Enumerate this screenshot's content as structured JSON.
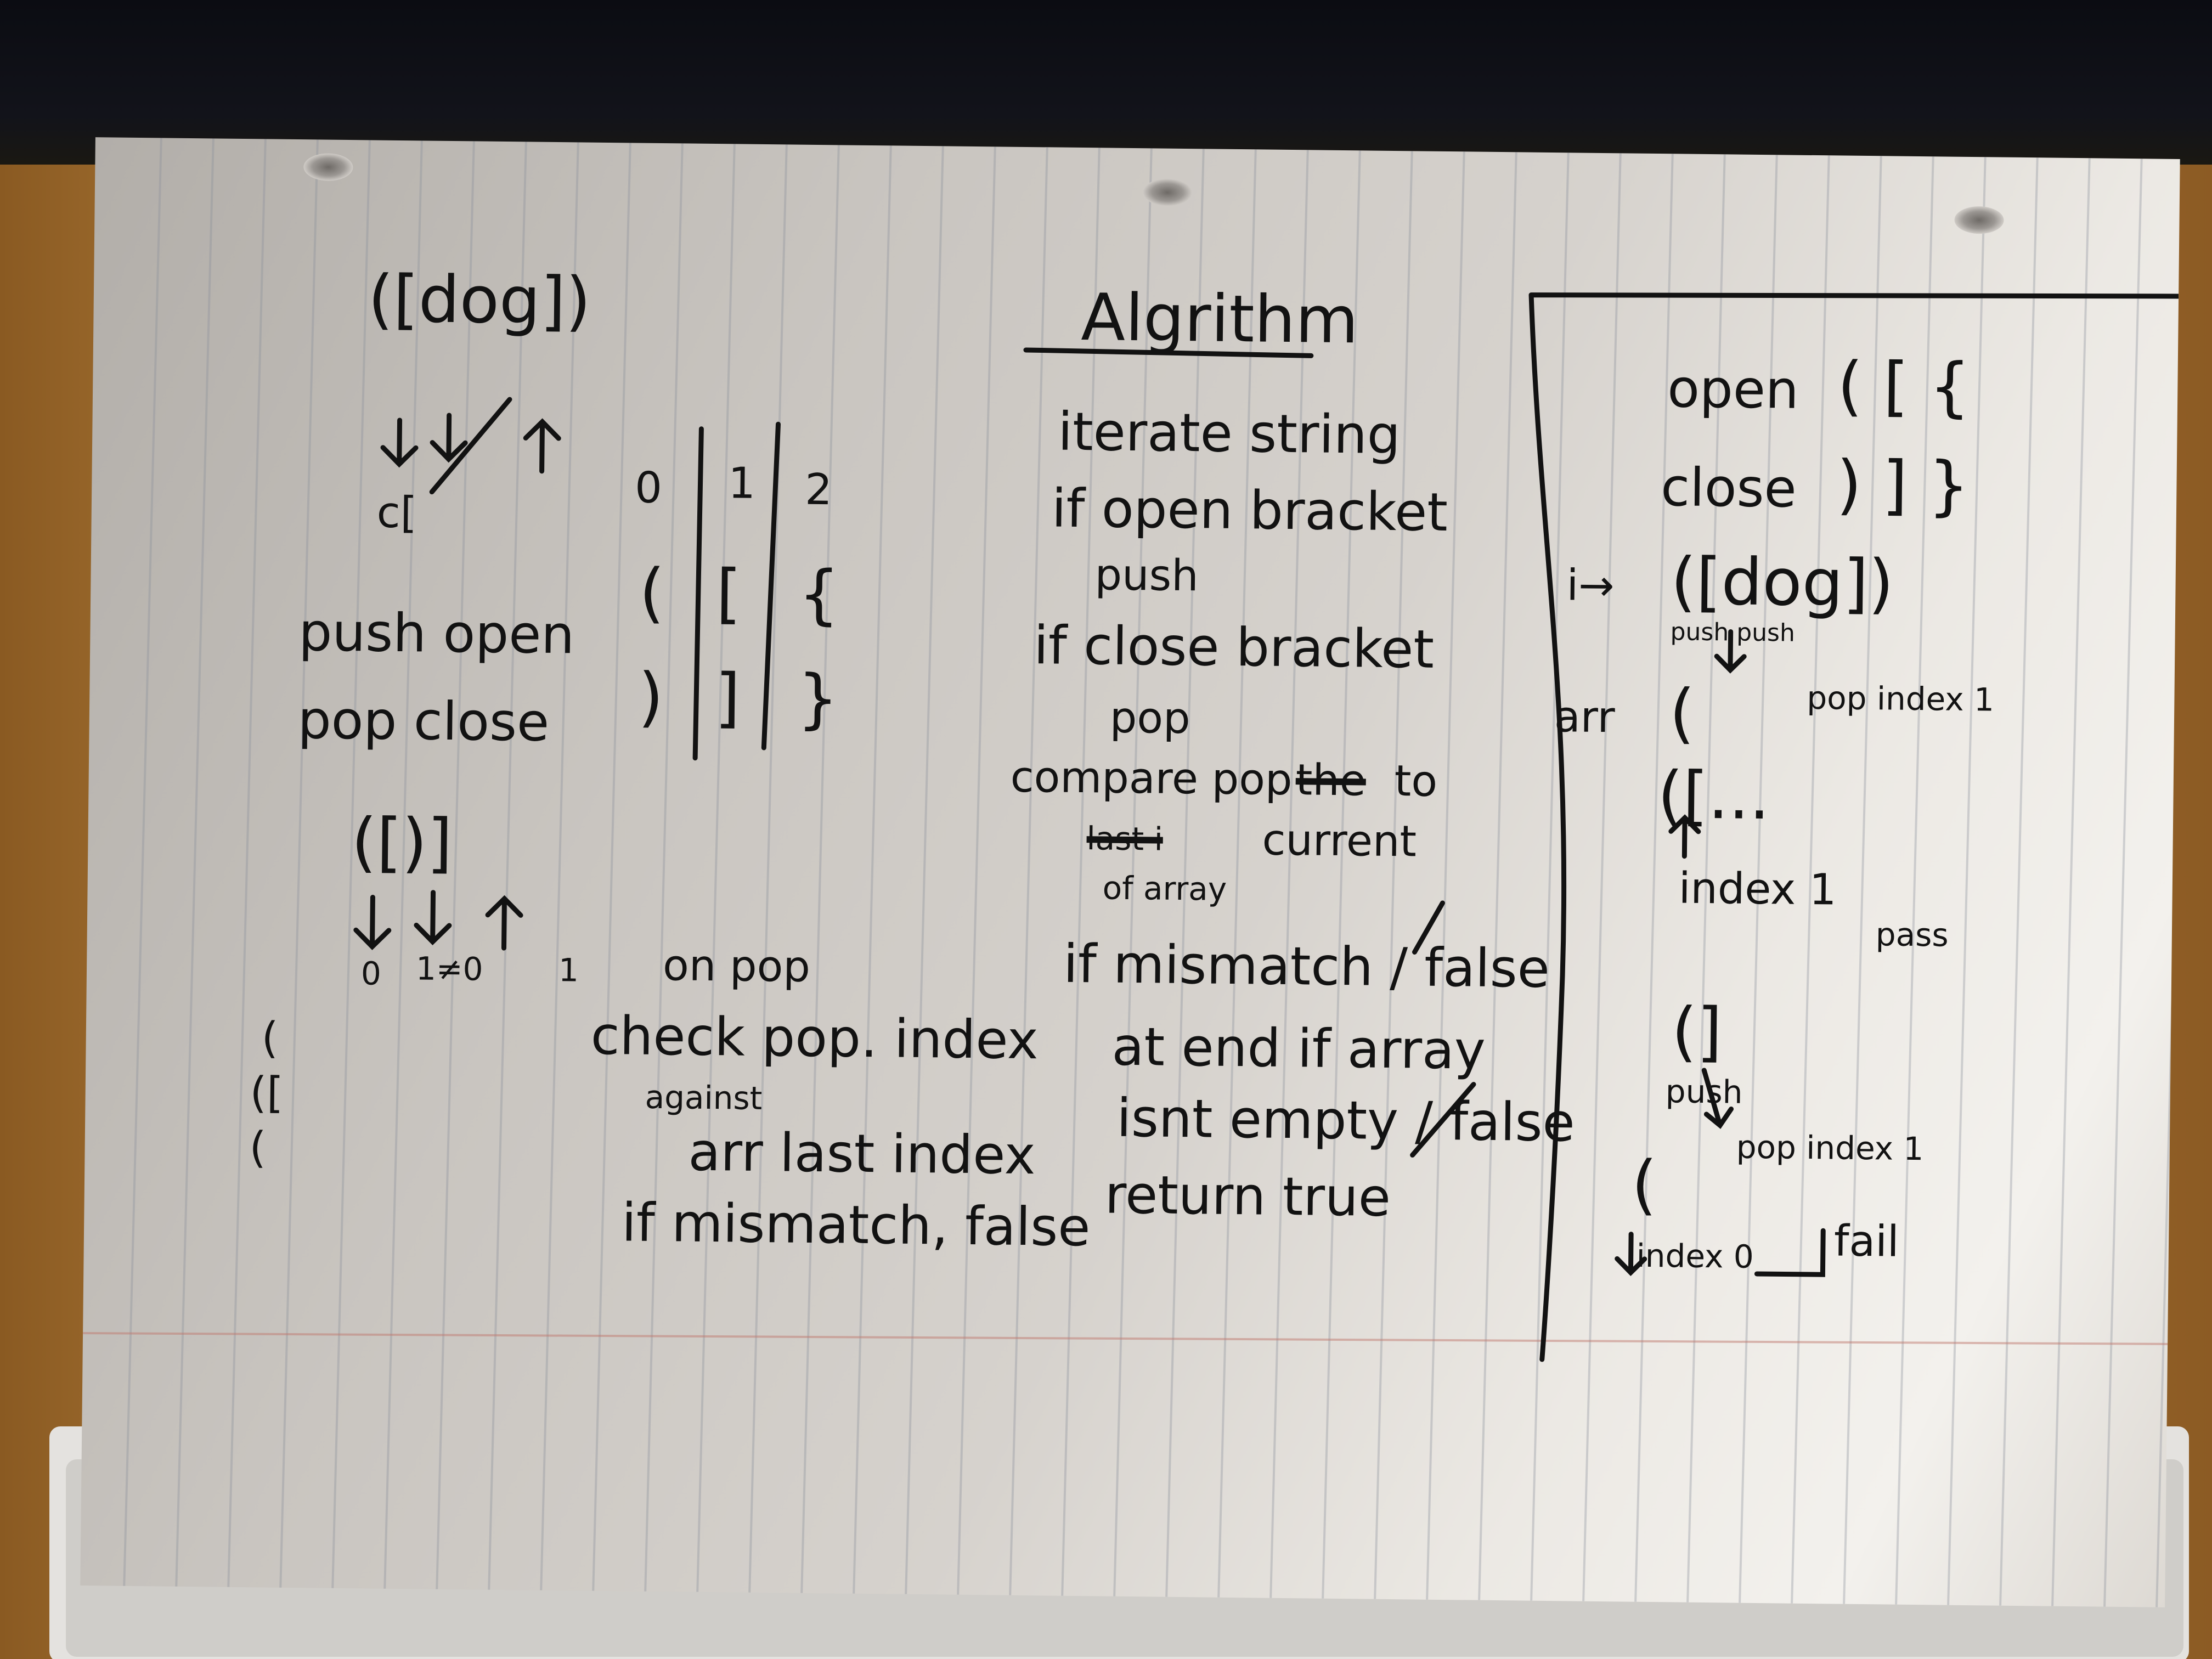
{
  "colors": {
    "ink": "#121212",
    "rule_line": "#8a8f9a",
    "margin_line": "#c07a70",
    "desk": "#b9853f",
    "paper": "#ece9e4"
  },
  "left": {
    "example_1": "([dog])",
    "stack_1": "c[",
    "columns": [
      "0",
      "1",
      "2"
    ],
    "row_open": [
      "(",
      "[",
      "{"
    ],
    "row_close": [
      ")",
      "]",
      "}"
    ],
    "push_open": "push open",
    "pop_close": "pop close",
    "example_2": "([)]",
    "index_marks": [
      "0",
      "1≠0",
      "1"
    ],
    "stack_trace": [
      "(",
      "([",
      "("
    ],
    "on_pop": "on pop",
    "check_pop_index": "check pop. index",
    "against": "against",
    "arr_last_index": "arr last index",
    "if_mismatch_false": "if mismatch, false"
  },
  "algorithm": {
    "title": "Algrithm",
    "steps": [
      "iterate string",
      "if open bracket",
      "push",
      "if close bracket",
      "pop",
      "compare pop",
      "to",
      "current",
      "of array",
      "if mismatch / false",
      "at end if array",
      "isnt empty / false",
      "return true"
    ],
    "struck": [
      "the",
      "last i"
    ]
  },
  "right": {
    "open_label": "open",
    "open_brackets": "( [ {",
    "close_label": "close",
    "close_brackets": ") ] }",
    "i_arrow": "i→",
    "example": "([dog])",
    "push_push": "push push",
    "pop_index_1": "pop index 1",
    "arr_label": "arr",
    "arr_state_1": "(",
    "arr_state_2": "([...",
    "index_1": "index 1",
    "pass": "pass",
    "example_2": "(]",
    "push": "push",
    "pop_index_1b": "pop index 1",
    "paren": "(",
    "index_0": "index 0",
    "fail": "fail"
  }
}
